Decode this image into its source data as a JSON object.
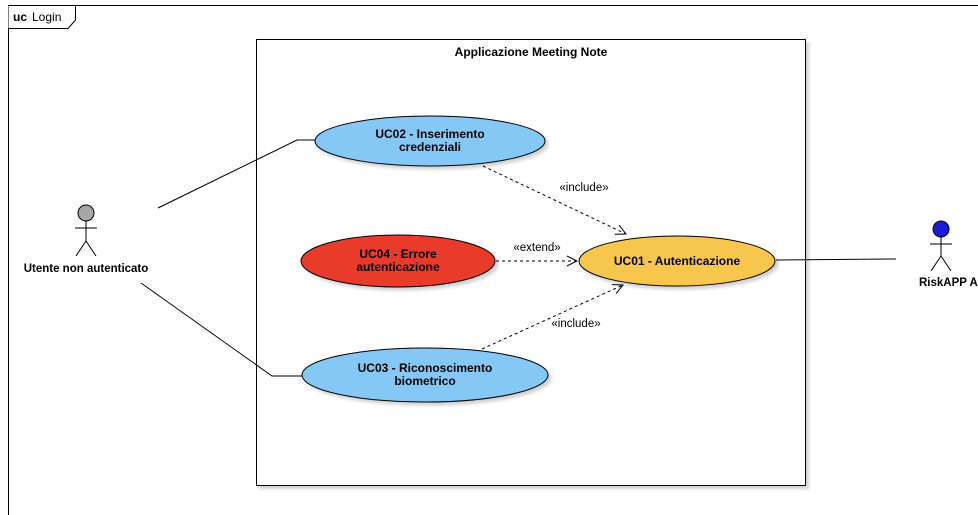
{
  "frame": {
    "keyword": "uc",
    "name": "Login"
  },
  "system": {
    "title": "Applicazione Meeting Note"
  },
  "actors": {
    "user": {
      "name": "Utente non autenticato"
    },
    "api": {
      "name": "RiskAPP API"
    }
  },
  "use_cases": {
    "uc02": {
      "line1": "UC02 - Inserimento",
      "line2": "credenziali",
      "color": "#86c8f5"
    },
    "uc04": {
      "line1": "UC04 - Errore",
      "line2": "autenticazione",
      "color": "#e83a2a"
    },
    "uc01": {
      "line1": "UC01 - Autenticazione",
      "color": "#f6c64d"
    },
    "uc03": {
      "line1": "UC03 - Riconoscimento",
      "line2": "biometrico",
      "color": "#86c8f5"
    }
  },
  "relations": {
    "include_top": "«include»",
    "extend": "«extend»",
    "include_bottom": "«include»"
  },
  "colors": {
    "actor_user_head": "#a6a6a6",
    "actor_api_head": "#1b1bd6",
    "line": "#000000"
  }
}
